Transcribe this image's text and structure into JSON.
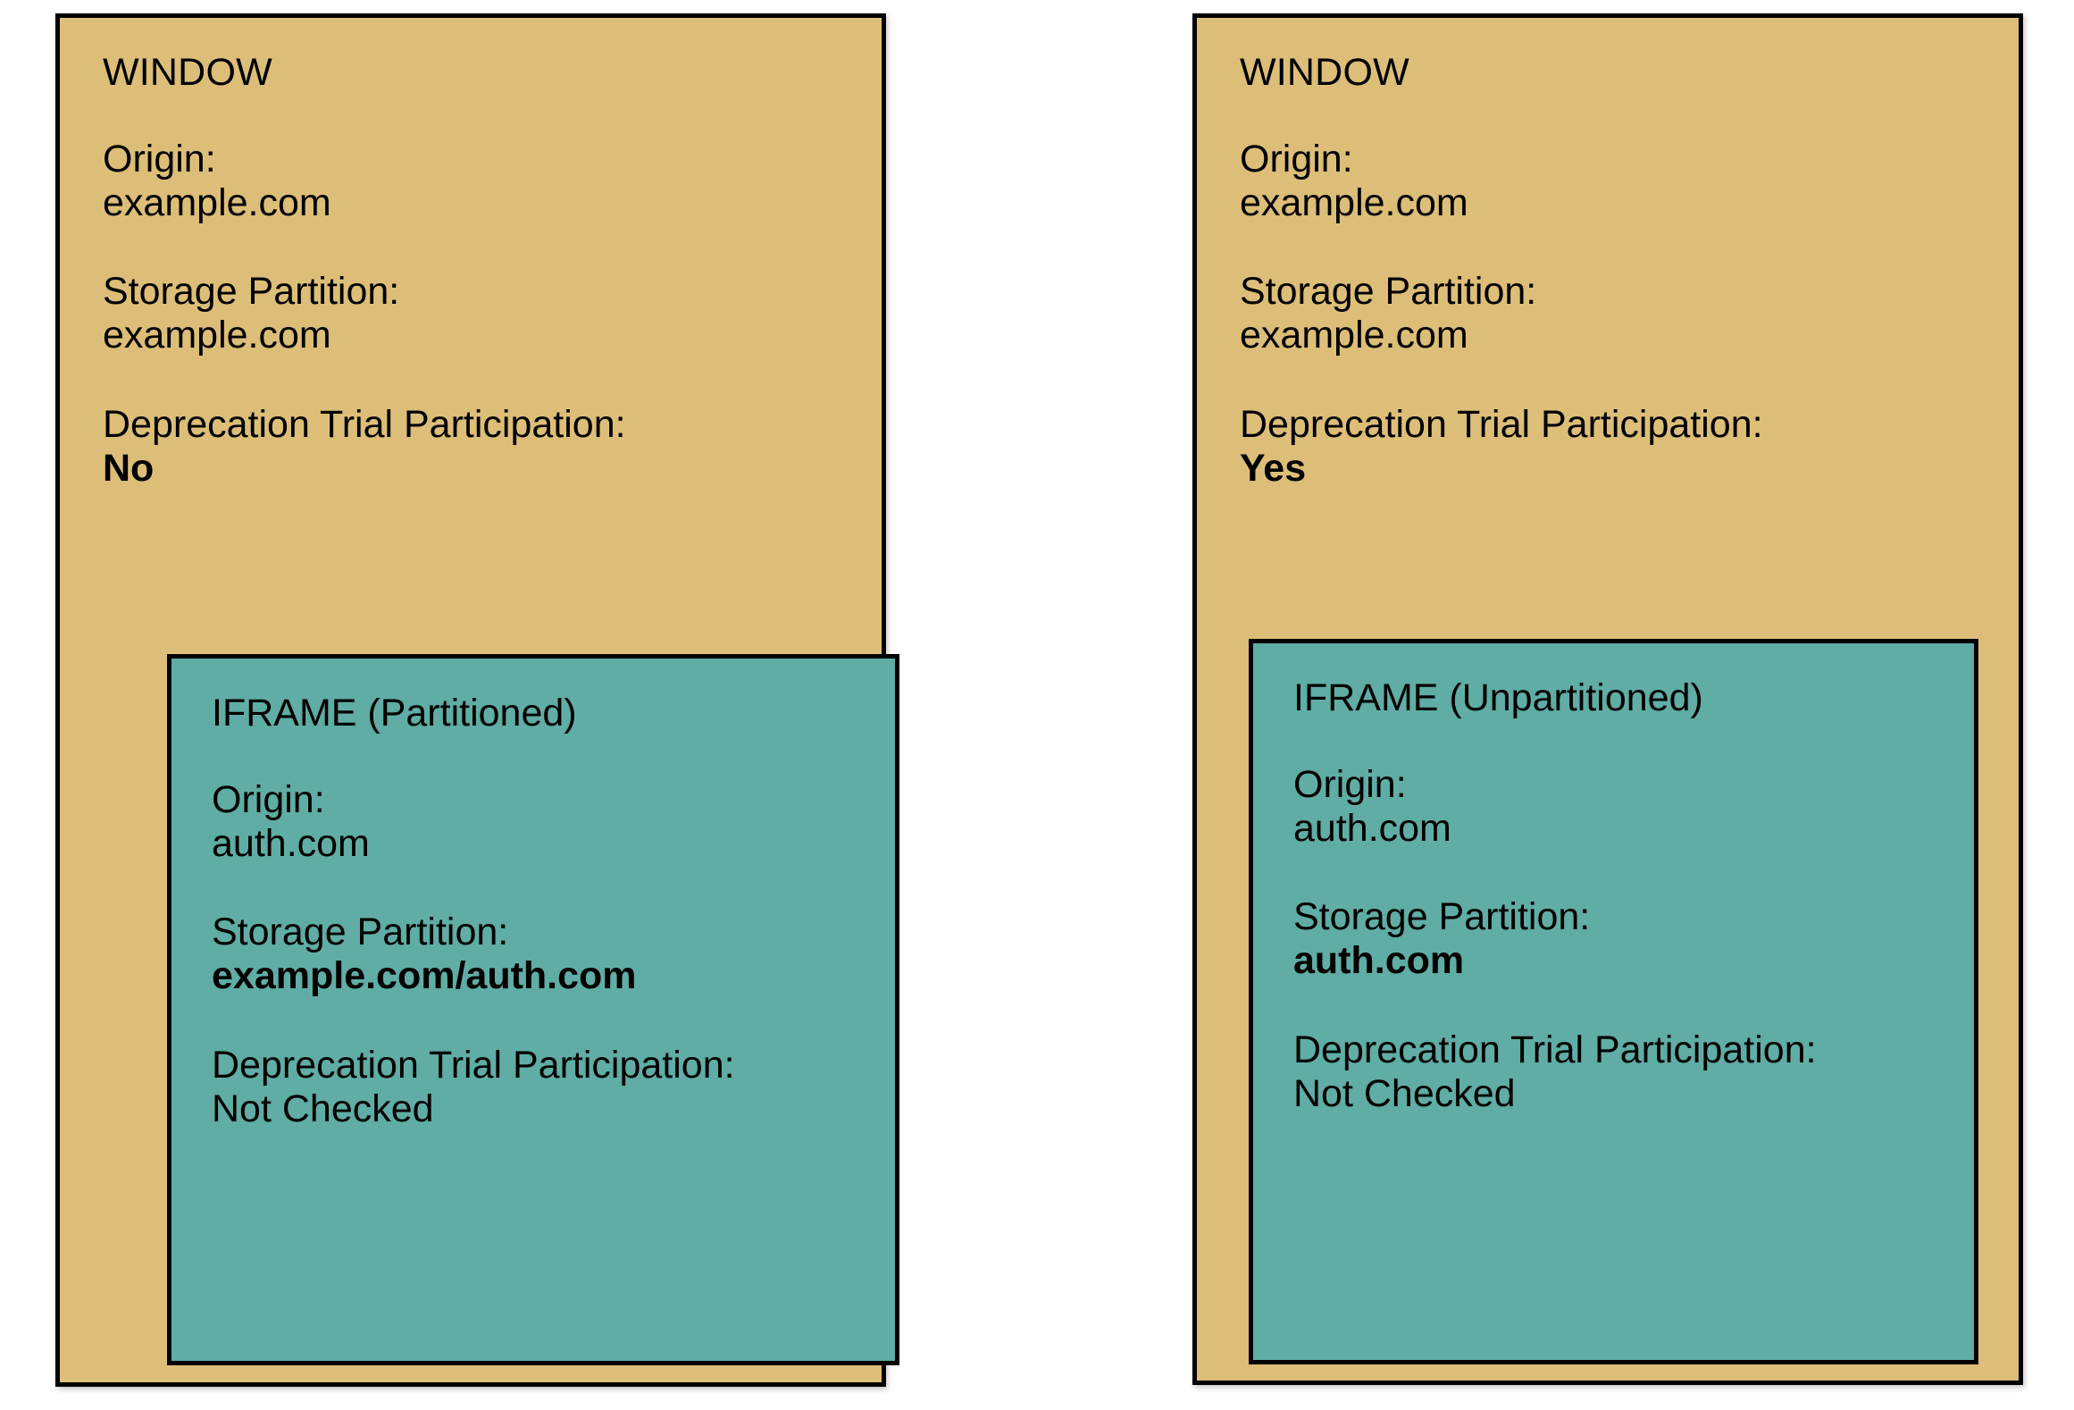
{
  "diagram": {
    "background_color": "#ffffff",
    "window_color": "#ddbe78",
    "iframe_color": "#5fada5",
    "border_color": "#000000",
    "panels": [
      {
        "id": "left",
        "title": "WINDOW",
        "fields": [
          {
            "label": "Origin:",
            "value": "example.com",
            "bold": false
          },
          {
            "label": "Storage Partition:",
            "value": "example.com",
            "bold": false
          },
          {
            "label": "Deprecation Trial Participation:",
            "value": "No",
            "bold": true
          }
        ],
        "iframe": {
          "title": "IFRAME (Partitioned)",
          "fields": [
            {
              "label": "Origin:",
              "value": "auth.com",
              "bold": false
            },
            {
              "label": "Storage Partition:",
              "value": "example.com/auth.com",
              "bold": true
            },
            {
              "label": "Deprecation Trial Participation:",
              "value": "Not Checked",
              "bold": false
            }
          ]
        }
      },
      {
        "id": "right",
        "title": "WINDOW",
        "fields": [
          {
            "label": "Origin:",
            "value": "example.com",
            "bold": false
          },
          {
            "label": "Storage Partition:",
            "value": "example.com",
            "bold": false
          },
          {
            "label": "Deprecation Trial Participation:",
            "value": "Yes",
            "bold": true
          }
        ],
        "iframe": {
          "title": "IFRAME (Unpartitioned)",
          "fields": [
            {
              "label": "Origin:",
              "value": "auth.com",
              "bold": false
            },
            {
              "label": "Storage Partition:",
              "value": "auth.com",
              "bold": true
            },
            {
              "label": "Deprecation Trial Participation:",
              "value": "Not Checked",
              "bold": false
            }
          ]
        }
      }
    ]
  }
}
